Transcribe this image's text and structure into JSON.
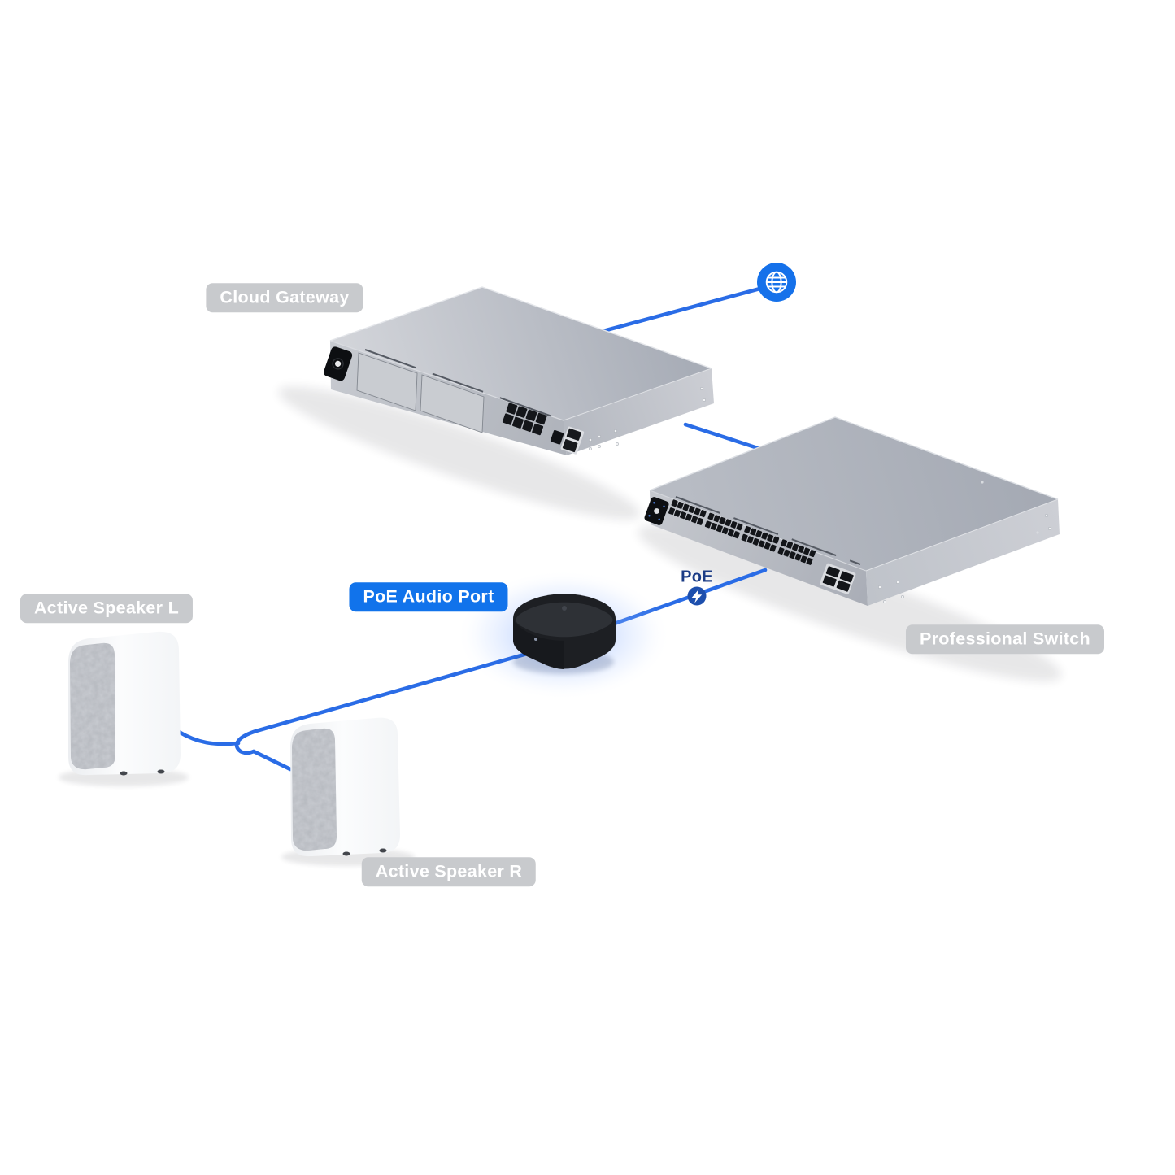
{
  "labels": {
    "cloud_gateway": "Cloud Gateway",
    "professional_switch": "Professional Switch",
    "poe_audio_port": "PoE Audio Port",
    "active_speaker_l": "Active Speaker L",
    "active_speaker_r": "Active Speaker R",
    "poe": "PoE"
  },
  "devices": {
    "cloud_gateway": {
      "ethernet_ports": 8,
      "wan_ports": 1,
      "sfp_ports": 2
    },
    "professional_switch": {
      "ethernet_ports": 48,
      "sfp_ports": 4
    },
    "poe_audio_port": {
      "status_led": true
    },
    "speakers": {
      "count": 2
    }
  },
  "icons": {
    "internet": "globe-icon",
    "poe_injector": "lightning-bolt-icon"
  },
  "colors": {
    "cable_blue": "#2a6ce6",
    "globe_blue": "#1571ea",
    "badge_blue": "#1173eb",
    "badge_gray": "#c8cacd",
    "poe_marker_navy": "#1d4fad",
    "poe_text_navy": "#1b3c86",
    "device_black": "#212428",
    "chassis_gray": "#b4b8c0"
  }
}
